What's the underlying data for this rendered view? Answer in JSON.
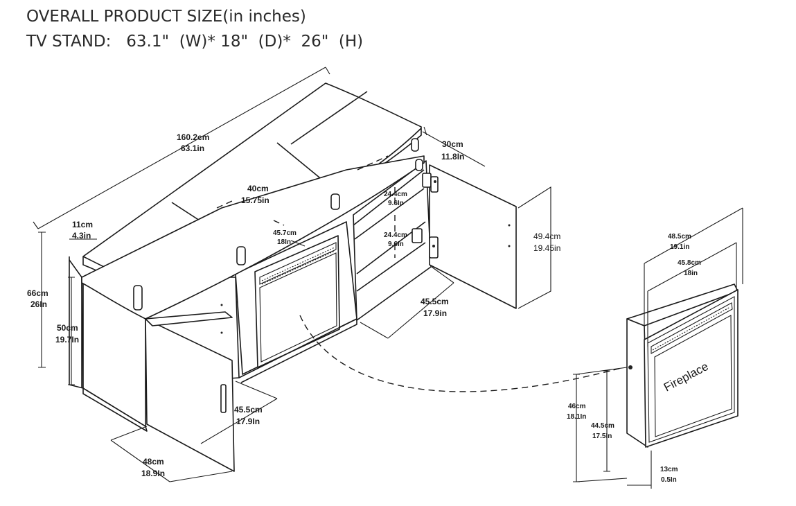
{
  "header": {
    "line1": "OVERALL PRODUCT SIZE(in inches)",
    "line2": "TV STAND:   63.1\"  (W)* 18\"  (D)*  26\"  (H)"
  },
  "dimensions": {
    "width_cm": "160.2cm",
    "width_in": "63.1in",
    "shelf_w_cm": "40cm",
    "shelf_w_in": "15.75in",
    "depth_top_cm": "30cm",
    "depth_top_in": "11.8In",
    "side_shelf_cm": "11cm",
    "side_shelf_in": "4.3in",
    "fire_open_cm": "45.7cm",
    "fire_open_in": "18In",
    "shelf_gap1_cm": "24.4cm",
    "shelf_gap1_in": "9.6In",
    "shelf_gap2_cm": "24.4cm",
    "shelf_gap2_in": "9.6In",
    "door_h_cm": "49.4cm",
    "door_h_in": "19.45in",
    "height_cm": "66cm",
    "height_in": "26In",
    "cab_h_cm": "50cm",
    "cab_h_in": "19.7In",
    "depth_r_cm": "45.5cm",
    "depth_r_in": "17.9in",
    "depth_l_cm": "45.5cm",
    "depth_l_in": "17.9In",
    "base_w_cm": "48cm",
    "base_w_in": "18.9In",
    "fp_outer_w_cm": "48.5cm",
    "fp_outer_w_in": "19.1in",
    "fp_inner_w_cm": "45.8cm",
    "fp_inner_w_in": "18in",
    "fp_outer_h_cm": "46cm",
    "fp_outer_h_in": "18.1In",
    "fp_inner_h_cm": "44.5cm",
    "fp_inner_h_in": "17.5In",
    "fp_depth_cm": "13cm",
    "fp_depth_in": "0.5In"
  },
  "fireplace_label": "Fireplace"
}
